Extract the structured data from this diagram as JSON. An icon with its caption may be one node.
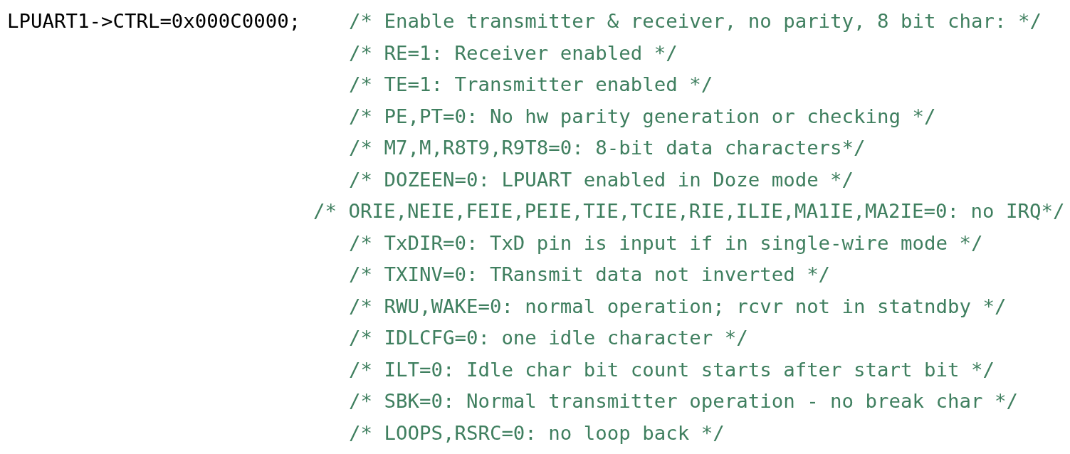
{
  "diagram": {
    "labels": [
      "LPUART1->CTRL=0x000C0000;",
      "/* Enable transmitter & receiver, no parity, 8 bit char: */",
      "/* RE=1: Receiver enabled */",
      "/* TE=1: Transmitter enabled */",
      "/* PE,PT=0: No hw parity generation or checking */",
      "/* M7,M,R8T9,R9T8=0: 8-bit data characters*/",
      "/* DOZEEN=0: LPUART enabled in Doze mode */",
      "/* ORIE,NEIE,FEIE,PEIE,TIE,TCIE,RIE,ILIE,MA1IE,MA2IE=0: no IRQ*/",
      "/* TxDIR=0: TxD pin is input if in single-wire mode */",
      "/* TXINV=0: TRansmit data not inverted */",
      "/* RWU,WAKE=0: normal operation; rcvr not in statndby */",
      "/* IDLCFG=0: one idle character */",
      "/* ILT=0: Idle char bit count starts after start bit */",
      "/* SBK=0: Normal transmitter operation - no break char */",
      "/* LOOPS,RSRC=0: no loop back */"
    ]
  }
}
